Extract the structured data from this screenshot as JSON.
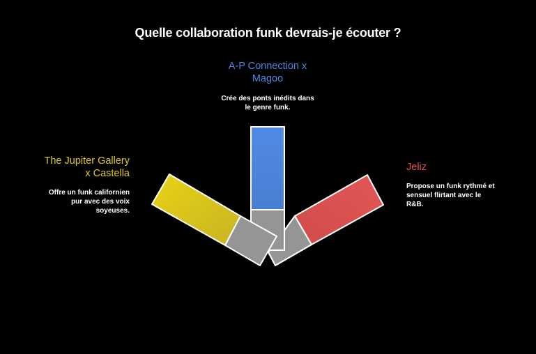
{
  "title": "Quelle collaboration funk devrais-je écouter ?",
  "colors": {
    "background": "#000000",
    "blue": "#4f86e0",
    "yellow": "#e0c919",
    "red": "#dd5452",
    "gray": "#959595",
    "stroke": "#ffffff"
  },
  "options": [
    {
      "id": "ap-connection-magoo",
      "name_line1": "A-P Connection x",
      "name_line2": "Magoo",
      "description_line1": "Crée des ponts inédits dans",
      "description_line2": "le genre funk.",
      "color": "#4f86e0",
      "position": "top"
    },
    {
      "id": "jupiter-gallery-castella",
      "name_line1": "The Jupiter Gallery",
      "name_line2": "x Castella",
      "description_line1": "Offre un funk californien",
      "description_line2": "pur avec des voix",
      "description_line3": "soyeuses.",
      "color": "#e0c919",
      "position": "left"
    },
    {
      "id": "jeliz",
      "name_line1": "Jeliz",
      "description_line1": "Propose un funk rythmé et",
      "description_line2": "sensuel flirtant avec le",
      "description_line3": "R&B.",
      "color": "#dd5452",
      "position": "right"
    }
  ]
}
